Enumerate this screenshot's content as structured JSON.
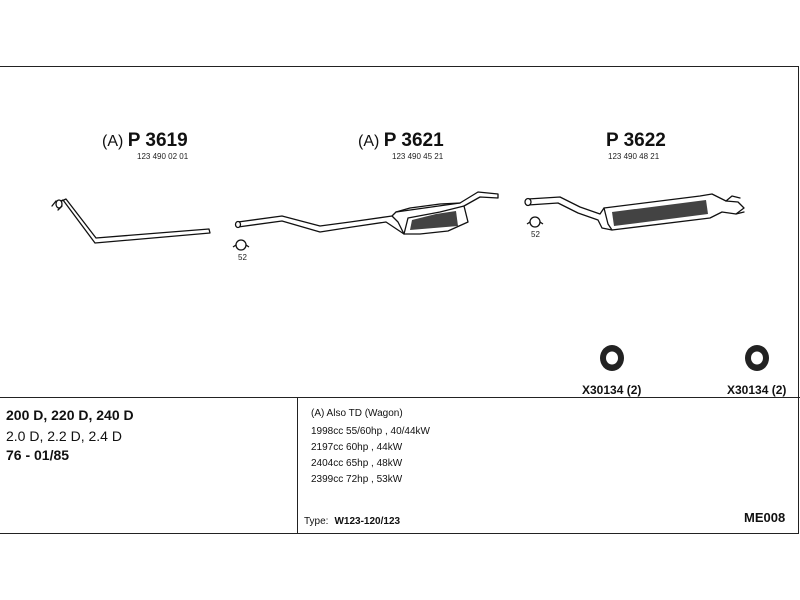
{
  "parts": [
    {
      "prefix": "(A)",
      "number": "P 3619",
      "oem": "123 490 02 01"
    },
    {
      "prefix": "(A)",
      "number": "P 3621",
      "oem": "123 490 45 21"
    },
    {
      "prefix": "",
      "number": "P 3622",
      "oem": "123 490 48 21"
    }
  ],
  "clamps": [
    {
      "size": "52"
    },
    {
      "size": "52"
    }
  ],
  "gaskets": [
    {
      "code": "X30134 (2)"
    },
    {
      "code": "X30134 (2)"
    }
  ],
  "vehicle": {
    "models": "200 D, 220 D, 240 D",
    "engines": "2.0 D, 2.2 D, 2.4 D",
    "years": "76 - 01/85"
  },
  "specs": {
    "note": "(A) Also TD (Wagon)",
    "lines": [
      "1998cc 55/60hp , 40/44kW",
      "2197cc 60hp , 44kW",
      "2404cc 65hp , 48kW",
      "2399cc 72hp , 53kW"
    ]
  },
  "type": {
    "label": "Type:",
    "value": "W123-120/123"
  },
  "reference": "ME008"
}
